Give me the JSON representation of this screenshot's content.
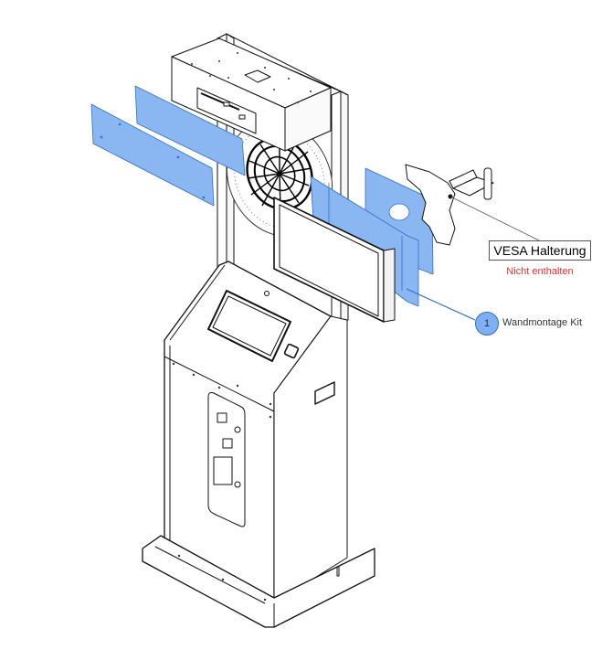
{
  "diagram": {
    "type": "exploded-assembly-drawing",
    "subject": "Dart machine cabinet with wall-mount monitor kit",
    "colors": {
      "highlight_fill": "#8ab6f2",
      "highlight_stroke": "#2f6fc7",
      "line": "#111111",
      "note_red": "#e8312d"
    },
    "labels": {
      "vesa": {
        "title": "VESA Halterung",
        "note": "Nicht enthalten"
      },
      "callouts": [
        {
          "number": "1",
          "text": "Wandmontage Kit"
        }
      ]
    }
  }
}
